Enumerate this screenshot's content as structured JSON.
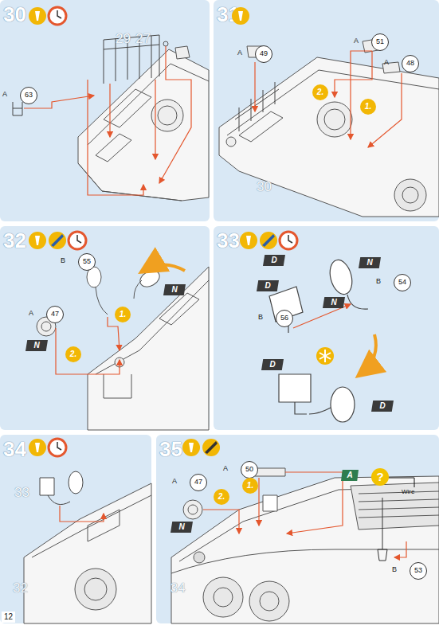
{
  "diagram": {
    "nodes": [
      {
        "text": [
          "30"
        ]
      },
      {
        "text": [
          "A",
          "63"
        ],
        "in": 0
      },
      {
        "text": [
          "31"
        ]
      },
      {
        "text": [
          "A",
          "49"
        ],
        "in": 2
      },
      {
        "text": [
          "A",
          "51"
        ],
        "in": 2
      },
      {
        "text": [
          "A",
          "48"
        ],
        "in": 2
      },
      {
        "text": [
          "2."
        ],
        "in": 2
      },
      {
        "text": [
          "1."
        ],
        "in": 2
      },
      {
        "text": [
          "32"
        ]
      },
      {
        "text": [
          "B",
          "55"
        ],
        "in": 8
      },
      {
        "text": [
          "N"
        ],
        "in": 8
      },
      {
        "text": [
          "1."
        ],
        "in": 8
      },
      {
        "text": [
          "A",
          "47"
        ],
        "in": 8
      },
      {
        "text": [
          "N"
        ],
        "in": 8
      },
      {
        "text": [
          "2."
        ],
        "in": 8
      },
      {
        "text": [
          "33"
        ]
      },
      {
        "text": [
          "D"
        ],
        "in": 15
      },
      {
        "text": [
          "N"
        ],
        "in": 15
      },
      {
        "text": [
          "D"
        ],
        "in": 15
      },
      {
        "text": [
          "B",
          "54"
        ],
        "in": 15
      },
      {
        "text": [
          "N"
        ],
        "in": 15
      },
      {
        "text": [
          "B",
          "56"
        ],
        "in": 15
      },
      {
        "text": [
          "D"
        ],
        "in": 15
      },
      {
        "text": [
          "D"
        ],
        "in": 15
      },
      {
        "text": [
          "34"
        ]
      },
      {
        "text": [
          "35"
        ]
      },
      {
        "text": [
          "A",
          "50"
        ],
        "in": 25
      },
      {
        "text": [
          "1."
        ],
        "in": 25
      },
      {
        "text": [
          "A",
          "47"
        ],
        "in": 25
      },
      {
        "text": [
          "2."
        ],
        "in": 25
      },
      {
        "text": [
          "N"
        ],
        "in": 25
      },
      {
        "text": [
          "A"
        ],
        "in": 25
      },
      {
        "text": [
          "?"
        ],
        "in": 25
      },
      {
        "text": [
          "B",
          "53"
        ],
        "in": 25
      }
    ],
    "labels": [
      "29",
      "27",
      "30",
      "33",
      "32",
      "Wire",
      "34",
      "12"
    ]
  }
}
